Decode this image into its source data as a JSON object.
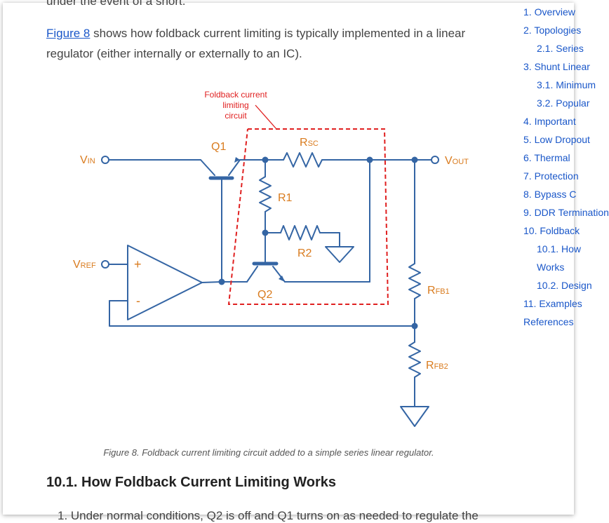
{
  "article": {
    "cutoff_top": "under the event of a short.",
    "para_link": "Figure 8",
    "para_rest": " shows how foldback current limiting is typically implemented in a linear regulator (either internally or externally to an IC).",
    "caption": "Figure 8. Foldback current limiting circuit added to a simple series linear regulator.",
    "heading": "10.1. How Foldback Current Limiting Works",
    "cutoff_bottom": "1. Under normal conditions, Q2 is off and Q1 turns on as needed to regulate the"
  },
  "figure": {
    "annotation": [
      "Foldback current",
      "limiting",
      "circuit"
    ],
    "labels": {
      "vin": {
        "main": "V",
        "sub": "IN"
      },
      "vref": {
        "main": "V",
        "sub": "REF"
      },
      "vout": {
        "main": "V",
        "sub": "OUT"
      },
      "rsc": {
        "main": "R",
        "sub": "SC"
      },
      "q1": "Q1",
      "q2": "Q2",
      "r1": "R1",
      "r2": "R2",
      "rfb1": {
        "main": "R",
        "sub": "FB1"
      },
      "rfb2": {
        "main": "R",
        "sub": "FB2"
      },
      "opamp_plus": "+",
      "opamp_minus": "-"
    },
    "colors": {
      "wire": "#3465a4",
      "label": "#d97b1e",
      "annotation": "#e02020"
    }
  },
  "toc": {
    "items": [
      "1. Overview",
      "2. Topologies",
      "2.1. Series",
      "3. Shunt Linear",
      "3.1. Minimum",
      "3.2. Popular",
      "4. Important",
      "5. Low Dropout",
      "6. Thermal",
      "7. Protection",
      "8. Bypass C",
      "9. DDR Termination",
      "10. Foldback",
      "10.1. How",
      "Works",
      "10.2. Design",
      "11. Examples",
      "References"
    ]
  }
}
